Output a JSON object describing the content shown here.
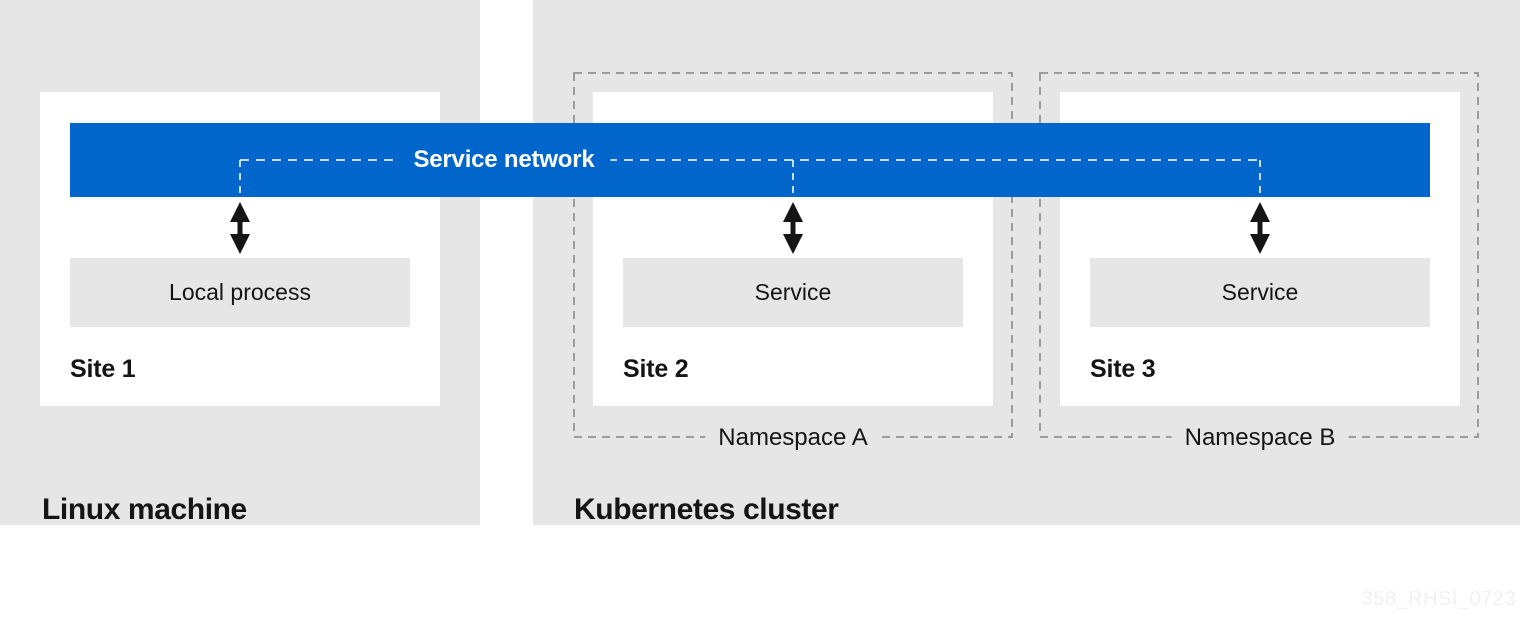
{
  "colors": {
    "background": "#FFFFFF",
    "panel_gray": "#E6E6E6",
    "inner_box_gray": "#E6E6E6",
    "service_network_blue": "#0066CC",
    "namespace_dash_gray": "#9B9B9B",
    "text_dark": "#151515",
    "bar_dash_white": "#FFFFFF",
    "watermark_gray": "#F1F1F1"
  },
  "service_network": {
    "label": "Service network"
  },
  "panels": {
    "linux": {
      "title": "Linux machine",
      "site": {
        "name": "Site 1",
        "process": "Local process"
      }
    },
    "kubernetes": {
      "title": "Kubernetes cluster",
      "namespace_a": {
        "label": "Namespace A",
        "site": {
          "name": "Site 2",
          "process": "Service"
        }
      },
      "namespace_b": {
        "label": "Namespace B",
        "site": {
          "name": "Site 3",
          "process": "Service"
        }
      }
    }
  },
  "watermark": "358_RHSI_0723"
}
